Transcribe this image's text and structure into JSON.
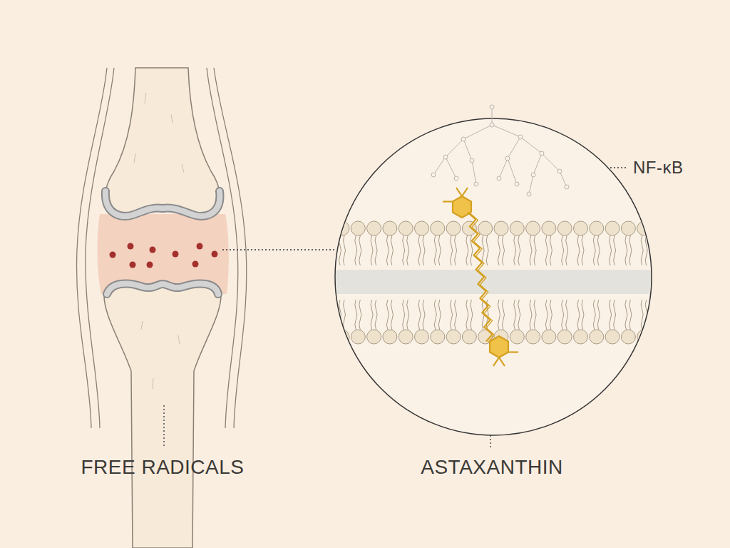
{
  "diagram": {
    "labels": [
      "NF-κB",
      "FREE RADICALS",
      "ASTAXANTHIN"
    ]
  }
}
